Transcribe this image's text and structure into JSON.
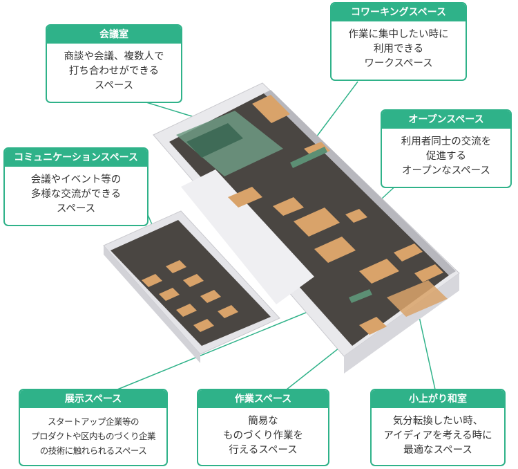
{
  "colors": {
    "accent": "#2fb289",
    "floor": "#4a4642",
    "wall": "#e9e9ec",
    "table": "#d9a36a",
    "glass": "#5c8f74"
  },
  "callouts": {
    "meeting": {
      "title": "会議室",
      "body": "商談や会議、複数人で\n打ち合わせができる\nスペース"
    },
    "coworking": {
      "title": "コワーキングスペース",
      "body": "作業に集中したい時に\n利用できる\nワークスペース"
    },
    "open": {
      "title": "オープンスペース",
      "body": "利用者同士の交流を\n促進する\nオープンなスペース"
    },
    "communication": {
      "title": "コミュニケーションスペース",
      "body": "会議やイベント等の\n多様な交流ができる\nスペース"
    },
    "exhibit": {
      "title": "展示スペース",
      "body": "スタートアップ企業等の\nプロダクトや区内ものづくり企業\nの技術に触れられるスペース"
    },
    "work": {
      "title": "作業スペース",
      "body": "簡易な\nものづくり作業を\n行えるスペース"
    },
    "tatami": {
      "title": "小上がり和室",
      "body": "気分転換したい時、\nアイディアを考える時に\n最適なスペース"
    }
  }
}
